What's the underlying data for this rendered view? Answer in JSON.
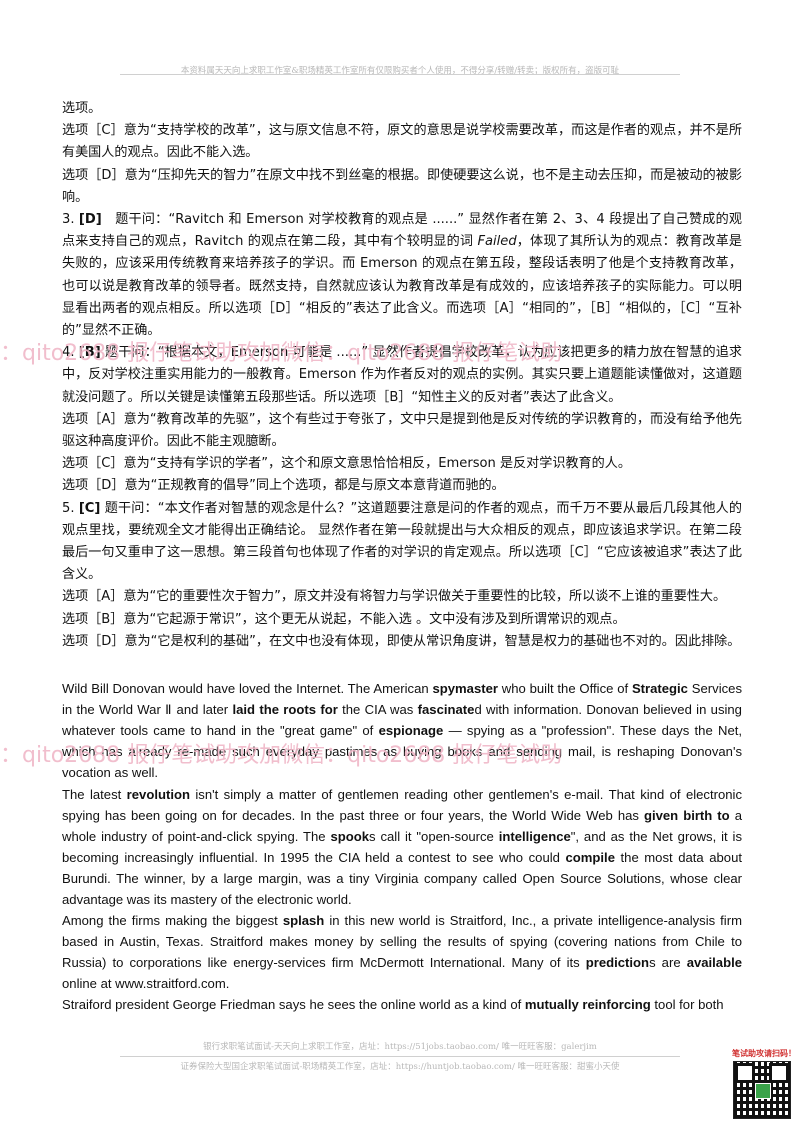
{
  "header": {
    "text": "本资料属天天向上求职工作室&职场精英工作室所有仅限购买者个人使用，不得分享/转赠/转卖；版权所有，盗版可耻"
  },
  "watermarks": [
    "：qito2688      报仔笔试助攻加微信：qito2688      报仔笔试助",
    "：qito2688      报仔笔试助攻加微信：qito2688      报仔笔试助"
  ],
  "cn_paragraphs": [
    [
      "选项。"
    ],
    [
      "选项［C］意为“支持学校的改革”，这与原文信息不符，原文的意思是说学校需要改革，而这是作者的观点，并不是所有美国人的观点。因此不能入选。"
    ],
    [
      "选项［D］意为“压抑先天的智力”在原文中找不到丝毫的根据。即使硬要这么说，也不是主动去压抑，而是被动的被影响。"
    ],
    [
      "3. ",
      "[D]",
      "　题干问：“Ravitch 和 Emerson 对学校教育的观点是 ......” 显然作者在第 2、3、4 段提出了自己赞成的观点来支持自己的观点，Ravitch 的观点在第二段，其中有个较明显的词 ",
      "Failed",
      "，体现了其所认为的观点：教育改革是失败的，应该采用传统教育来培养孩子的学识。而 Emerson 的观点在第五段，整段话表明了他是个支持教育改革，也可以说是教育改革的领导者。既然支持，自然就应该认为教育改革是有成效的，应该培养孩子的实际能力。可以明显看出两者的观点相反。所以选项［D］“相反的”表达了此含义。而选项［A］“相同的”，［B］“相似的，［C］“互补的”显然不正确。"
    ],
    [
      "4. ",
      "[B]",
      " 题干问：“根据本文，Emerson 可能是 ......” 显然作者提倡学校改革，认为应该把更多的精力放在智慧的追求中，反对学校注重实用能力的一般教育。Emerson 作为作者反对的观点的实例。其实只要上道题能读懂做对，这道题就没问题了。所以关键是读懂第五段那些话。所以选项［B］“知性主义的反对者”表达了此含义。"
    ],
    [
      "选项［A］意为“教育改革的先驱”，这个有些过于夸张了，文中只是提到他是反对传统的学识教育的，而没有给予他先驱这种高度评价。因此不能主观臆断。"
    ],
    [
      "选项［C］意为“支持有学识的学者”，这个和原文意思恰恰相反，Emerson 是反对学识教育的人。"
    ],
    [
      "选项［D］意为“正规教育的倡导”同上个选项，都是与原文本意背道而驰的。"
    ],
    [
      "5. ",
      "[C]",
      " 题干问：“本文作者对智慧的观念是什么？”这道题要注意是问的作者的观点，而千万不要从最后几段其他人的观点里找，要统观全文才能得出正确结论。 显然作者在第一段就提出与大众相反的观点，即应该追求学识。在第二段最后一句又重申了这一思想。第三段首句也体现了作者的对学识的肯定观点。所以选项［C］“它应该被追求”表达了此含义。"
    ],
    [
      "选项［A］意为“它的重要性次于智力”，原文并没有将智力与学识做关于重要性的比较，所以谈不上谁的重要性大。"
    ],
    [
      "选项［B］意为“它起源于常识”，这个更无从说起，不能入选 。文中没有涉及到所谓常识的观点。"
    ],
    [
      "选项［D］意为“它是权利的基础”，在文中也没有体现，即使从常识角度讲，智慧是权力的基础也不对的。因此排除。"
    ]
  ],
  "en_paragraphs": [
    [
      "Wild Bill Donovan would have loved the Internet. The American ",
      "spymaster",
      " who built the Office of ",
      "Strategic",
      " Services in the World War Ⅱ and later ",
      "laid the roots for",
      " the CIA was ",
      "fascinate",
      "d with information. Donovan believed in using whatever tools came to hand in the \"great game\" of ",
      "espionage",
      " — spying as a \"profession\". These days the Net, which has already re-made such everyday pastimes as buying books and sending mail, is reshaping Donovan's vocation as well."
    ],
    [
      "The latest ",
      "revolution",
      " isn't simply a matter of gentlemen reading other gentlemen's e-mail. That kind of electronic spying has been going on for decades. In the past three or four years, the World Wide Web has ",
      "given birth to",
      " a whole industry of point-and-click spying. The ",
      "spook",
      "s call it \"open-source ",
      "intelligence",
      "\", and as the Net grows, it is becoming increasingly influential. In 1995 the CIA held a contest to see who could ",
      "compile",
      " the most data about Burundi. The winner, by a large margin, was a tiny Virginia company called Open Source Solutions, whose clear advantage was its mastery of the electronic world."
    ],
    [
      "Among the firms making the biggest ",
      "splash",
      " in this new world is Straitford, Inc., a private intelligence-analysis firm based in Austin, Texas. Straitford makes money by selling the results of spying (covering nations from Chile to Russia) to corporations like energy-services firm McDermott International. Many of its ",
      "prediction",
      "s are ",
      "available",
      " online at www.straitford.com."
    ],
    [
      "Straiford president George Friedman says he sees the online world as a kind of ",
      "mutually reinforcing",
      " tool for both"
    ]
  ],
  "footer": {
    "line1": "银行求职笔试面试-天天向上求职工作室，店址：https://51jobs.taobao.com/ 唯一旺旺客服：galerjim",
    "line2": "证券保险大型国企求职笔试面试-职场精英工作室，店址：https://huntjob.taobao.com/ 唯一旺旺客服：甜蜜小天使"
  },
  "qr": {
    "title": "笔试助攻请扫码！"
  }
}
